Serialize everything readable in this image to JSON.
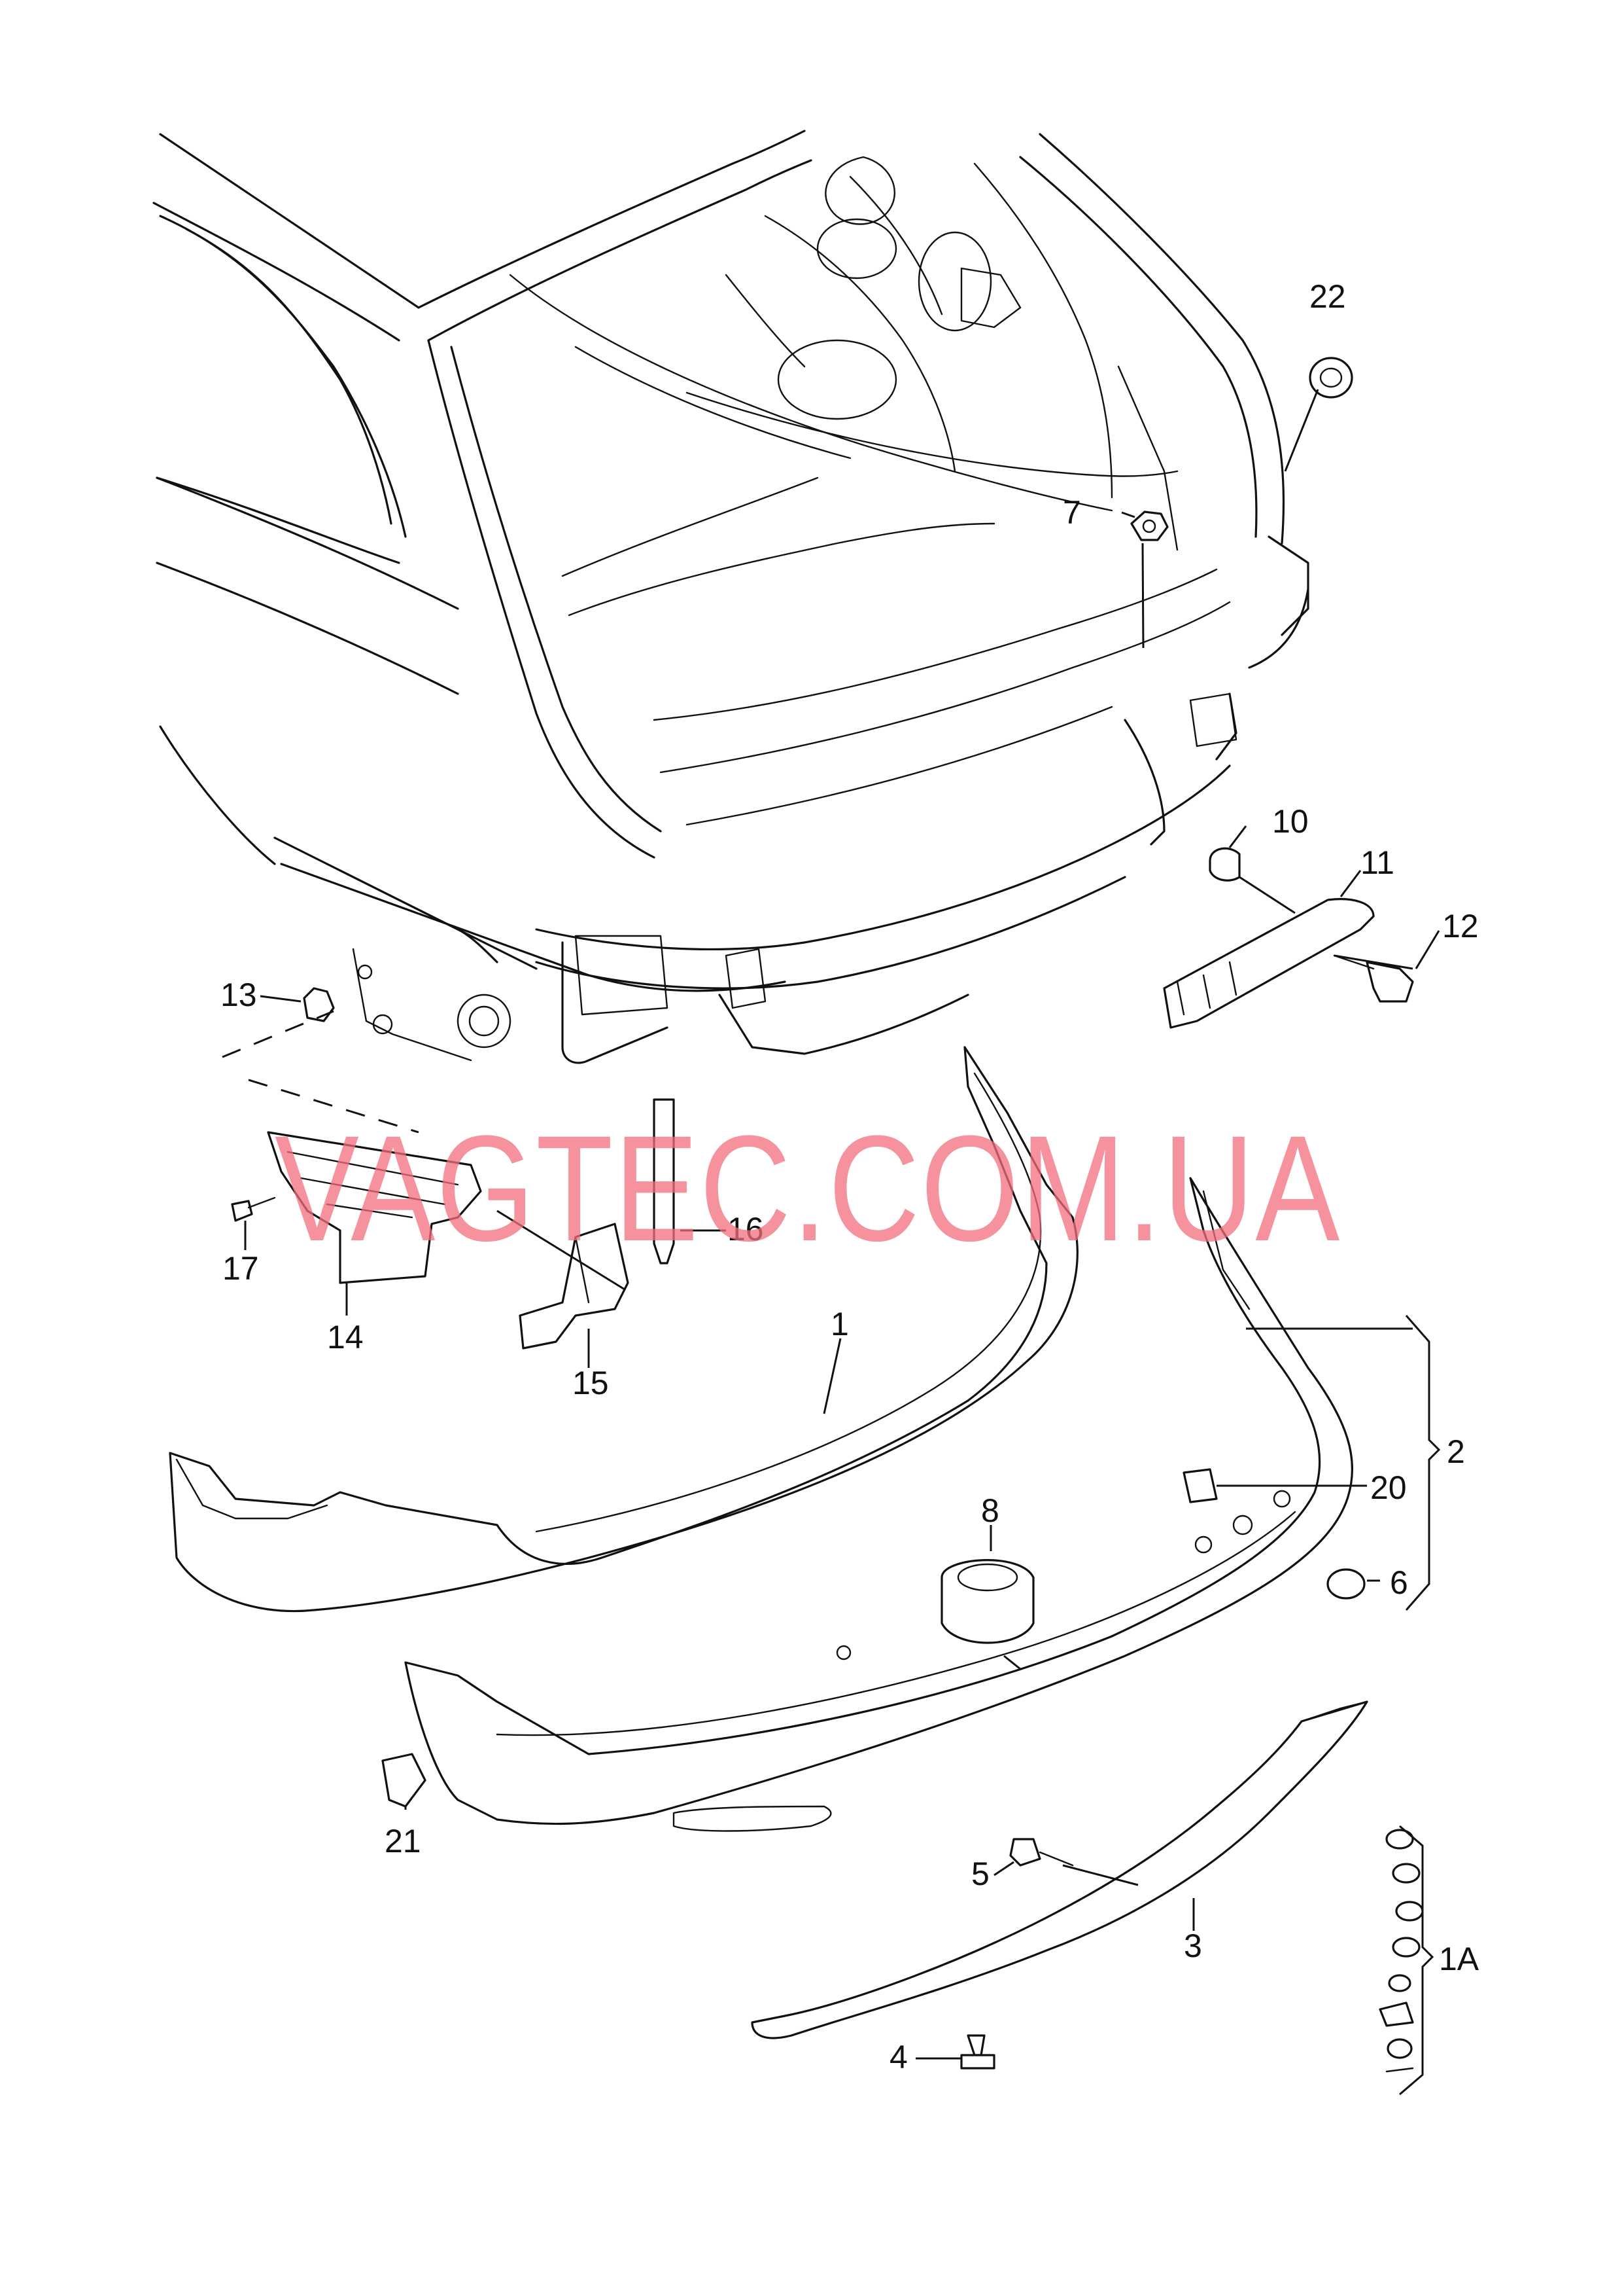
{
  "watermark": {
    "text": "VAGTEC.COM.UA",
    "color": "#f26d7d",
    "opacity": 0.75
  },
  "callouts": {
    "c1": "1",
    "c1a": "1A",
    "c2": "2",
    "c3": "3",
    "c4": "4",
    "c5": "5",
    "c6": "6",
    "c7": "7",
    "c8": "8",
    "c10": "10",
    "c11": "11",
    "c12": "12",
    "c13": "13",
    "c14": "14",
    "c15": "15",
    "c16": "16",
    "c17": "17",
    "c20": "20",
    "c21": "21",
    "c22": "22"
  },
  "colors": {
    "line": "#111111",
    "background": "#ffffff"
  }
}
